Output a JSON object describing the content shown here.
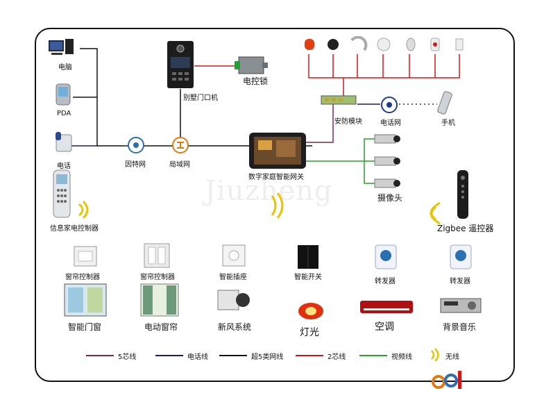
{
  "devices": {
    "computer": "电脑",
    "pda": "PDA",
    "phone": "电话",
    "remote": "信息家电控制器",
    "internet": "因特网",
    "lan": "局域网",
    "door": "别墅门口机",
    "lock": "电控锁",
    "gateway": "数字家庭智能网关",
    "security": "安防模块",
    "phonenet": "电话网",
    "mobile": "手机",
    "camera": "摄像头",
    "zigbee": "Zigbee 遥控器"
  },
  "row1": [
    "窗帘控制器",
    "窗帘控制器",
    "智能插座",
    "智能开关",
    "转发器",
    "转发器"
  ],
  "row2": [
    "智能门窗",
    "电动窗帘",
    "新风系统",
    "灯光",
    "空调",
    "背景音乐"
  ],
  "legend": [
    {
      "label": "5芯线",
      "color": "#7b2a4a"
    },
    {
      "label": "电话线",
      "color": "#1a1a6e"
    },
    {
      "label": "超5类网线",
      "color": "#111111"
    },
    {
      "label": "2芯线",
      "color": "#d01818"
    },
    {
      "label": "视频线",
      "color": "#2aa02a"
    },
    {
      "label": "无线",
      "color": "#e8c400"
    }
  ],
  "watermark": "Jiuzheng"
}
